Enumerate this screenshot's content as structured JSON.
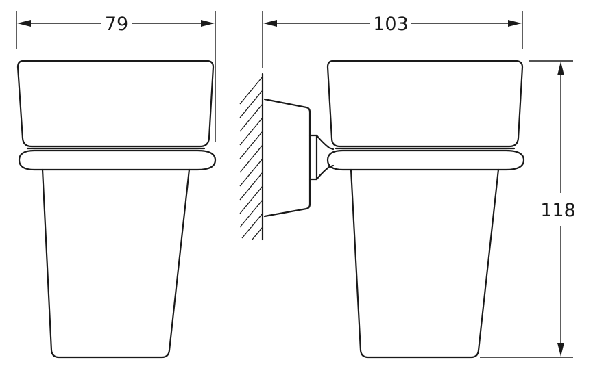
{
  "dimensions": {
    "width_left": "79",
    "depth_side": "103",
    "height_side": "118"
  }
}
